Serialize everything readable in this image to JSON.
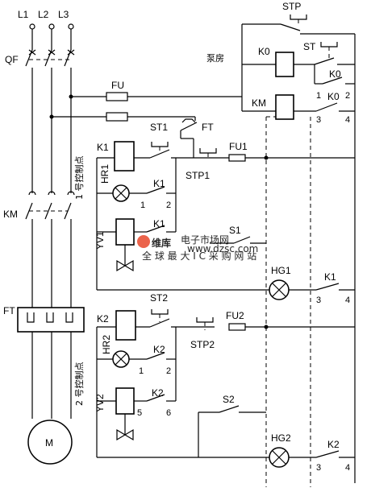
{
  "labels": {
    "L1": "L1",
    "L2": "L2",
    "L3": "L3",
    "QF": "QF",
    "KM_main": "KM",
    "FT_main": "FT",
    "M": "M",
    "FU": "FU",
    "STP": "STP",
    "ST": "ST",
    "pump_room": "泵房",
    "K0": "K0",
    "K0_aux": "K0",
    "KM_coil": "KM",
    "ST1": "ST1",
    "FT_contact": "FT",
    "K1": "K1",
    "HR1": "HR1",
    "FU1": "FU1",
    "STP1": "STP1",
    "K1_lamp": "K1",
    "K1_valve": "K1",
    "YV1": "YV1",
    "S1": "S1",
    "HG1": "HG1",
    "K1_out": "K1",
    "point1": "1 号控制点",
    "ST2": "ST2",
    "K2": "K2",
    "HR2": "HR2",
    "FU2": "FU2",
    "STP2": "STP2",
    "K2_lamp": "K2",
    "K2_valve": "K2",
    "YV2": "YV2",
    "S2": "S2",
    "HG2": "HG2",
    "K2_out": "K2",
    "point2": "2 号控制点"
  },
  "terminals": {
    "t1": "1",
    "t2": "2",
    "t3": "3",
    "t4": "4",
    "p1_1": "1",
    "p1_2": "2",
    "p1_3": "3",
    "p1_4": "4",
    "p2_1": "1",
    "p2_2": "2",
    "p2_3": "3",
    "p2_4": "4",
    "p2_5": "5",
    "p2_6": "6"
  },
  "watermark": {
    "logo": "维库",
    "title": "电子市场网",
    "url": "www.dzsc.com",
    "slogan": "全 球 最 大 I C 采 购 网 站"
  },
  "colors": {
    "line": "#000000",
    "watermark": "#e8482c"
  }
}
